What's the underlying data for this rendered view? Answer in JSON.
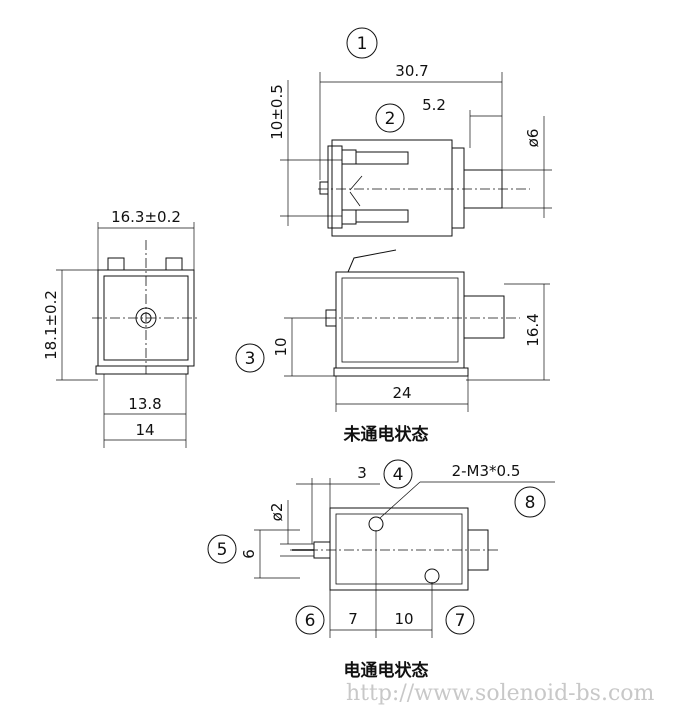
{
  "callouts": [
    "1",
    "2",
    "3",
    "4",
    "5",
    "6",
    "7",
    "8"
  ],
  "dims": {
    "overall_length": "30.7",
    "plunger_offset": "5.2",
    "plunger_dia": "ø6",
    "terminal_gap": "10±0.5",
    "front_width": "16.3±0.2",
    "front_height": "18.1±0.2",
    "base_inner": "13.8",
    "base_outer": "14",
    "side_height": "16.4",
    "mount_height": "10",
    "body_length": "24",
    "stroke": "3",
    "pin_dia": "ø2",
    "pin_spacing": "6",
    "hole_offset": "7",
    "hole_pitch": "10",
    "thread_spec": "2-M3*0.5"
  },
  "captions": {
    "off_state": "未通电状态",
    "on_state": "电通电状态"
  },
  "watermark": "http://www.solenoid-bs.com"
}
